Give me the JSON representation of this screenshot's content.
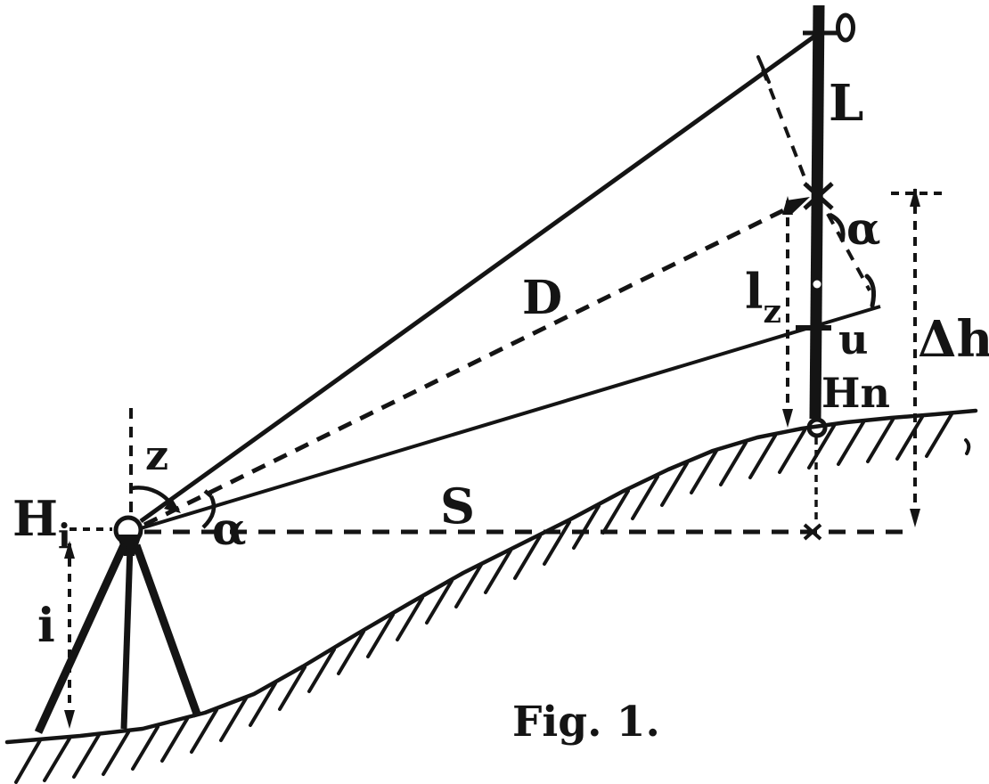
{
  "figure": {
    "caption": "Fig. 1.",
    "paper_color": "#ffffff",
    "ink_color": "#141414",
    "description_labels_present": [
      "o",
      "L",
      "α",
      "l",
      "z",
      "u",
      "Hn",
      "Δh",
      "D",
      "z",
      "α",
      "S",
      "H",
      "i",
      "i"
    ]
  },
  "labels": {
    "target_point": "o",
    "staff_section": "L",
    "angle_alpha_staff": "α",
    "staff_reading_base": "l",
    "staff_reading_sub": "z",
    "point_u": "u",
    "staff_station_height": "Hn",
    "height_difference": "Δh",
    "slope_distance": "D",
    "zenith_angle": "z",
    "angle_alpha_station": "α",
    "horizontal_distance": "S",
    "station_height_base": "H",
    "station_height_sub": "i",
    "instrument_height": "i"
  }
}
